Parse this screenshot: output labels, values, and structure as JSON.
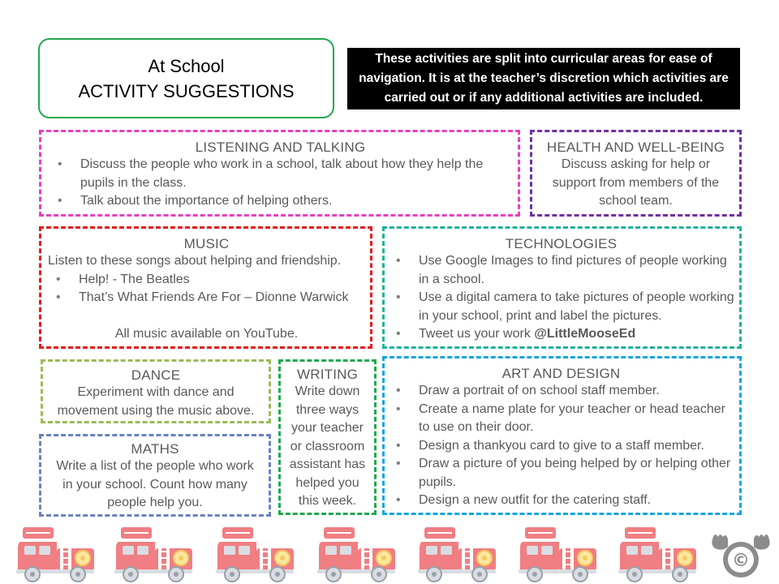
{
  "header": {
    "title_line1": "At School",
    "title_line2": "ACTIVITY SUGGESTIONS",
    "note": "These activities are split into curricular areas for ease of navigation. It is at the teacher’s discretion which activities are carried out or if any additional activities are included."
  },
  "listening": {
    "heading": "LISTENING AND TALKING",
    "items": [
      "Discuss the people who work in a school, talk about how they help the pupils in the class.",
      "Talk about the importance of helping others."
    ]
  },
  "health": {
    "heading": "HEALTH AND WELL-BEING",
    "text": "Discuss asking for help or support from members of the school team."
  },
  "music": {
    "heading": "MUSIC",
    "intro": "Listen to these songs about helping and friendship.",
    "items": [
      "Help! - The Beatles",
      "That’s What Friends Are For – Dionne Warwick"
    ],
    "footer": "All music available on YouTube."
  },
  "technologies": {
    "heading": "TECHNOLOGIES",
    "items": [
      "Use Google Images to find pictures of people working in a school.",
      "Use a digital camera to take pictures of people working in your school, print and label the pictures."
    ],
    "tweet_prefix": "Tweet us your work ",
    "tweet_handle": "@LittleMooseEd"
  },
  "dance": {
    "heading": "DANCE",
    "text": "Experiment with dance and movement using the music above."
  },
  "writing": {
    "heading": "WRITING",
    "text": "Write down three ways your teacher or classroom assistant has helped you this week."
  },
  "maths": {
    "heading": "MATHS",
    "text": "Write a list of the people who work in your school. Count how many people help you."
  },
  "art": {
    "heading": "ART AND DESIGN",
    "items": [
      "Draw a portrait of on school staff member.",
      "Create a name plate for your teacher or head teacher to use on their door.",
      "Design a thankyou card to give to a staff member.",
      "Draw a picture of you being helped by or helping other pupils.",
      "Design a new outfit for the catering staff."
    ]
  },
  "colors": {
    "listening": "#e83fc1",
    "health": "#7030a0",
    "music": "#e21b1b",
    "technologies": "#20b199",
    "dance": "#9bbb59",
    "writing": "#1fa84f",
    "maths": "#6a82c0",
    "art": "#11a6df",
    "truck_body": "#f07e82"
  },
  "icons": [
    "fire-truck-icon",
    "moose-copyright-icon"
  ]
}
